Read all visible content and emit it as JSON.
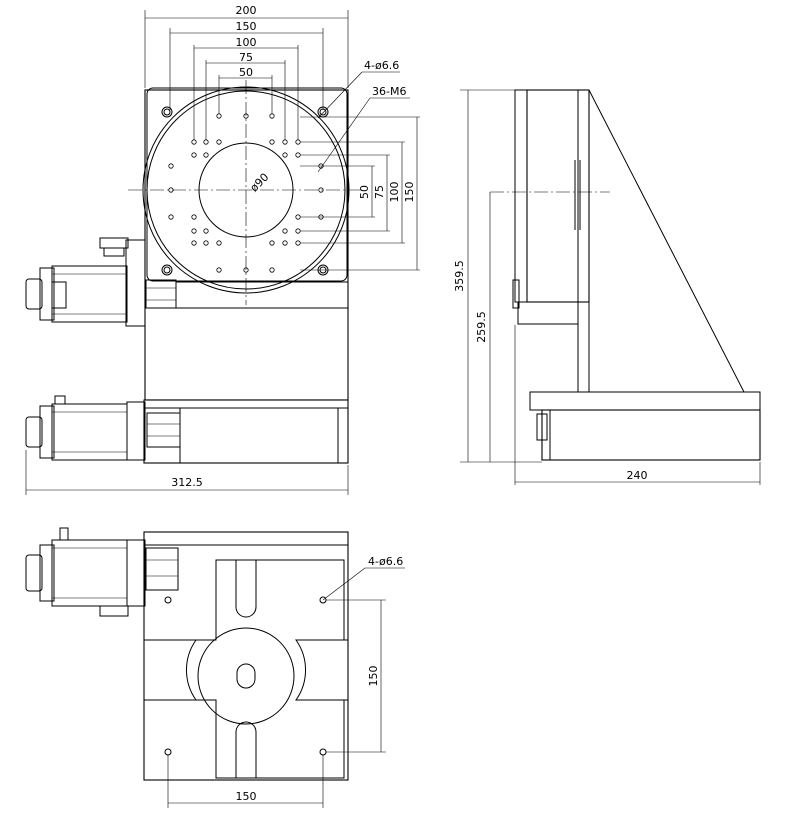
{
  "dimensions": {
    "top_width": "200",
    "top_hole_150": "150",
    "top_hole_100": "100",
    "top_hole_75": "75",
    "top_hole_50": "50",
    "callout_holes": "4-ø6.6",
    "callout_threads": "36-M6",
    "bore_diameter": "ø90",
    "right_50": "50",
    "right_75": "75",
    "right_100": "100",
    "right_150": "150",
    "overall_width": "312.5",
    "side_height": "359.5",
    "side_axis_height": "259.5",
    "side_depth": "240",
    "bottom_callout_holes": "4-ø6.6",
    "bottom_vertical_150": "150",
    "bottom_horizontal_150": "150"
  }
}
